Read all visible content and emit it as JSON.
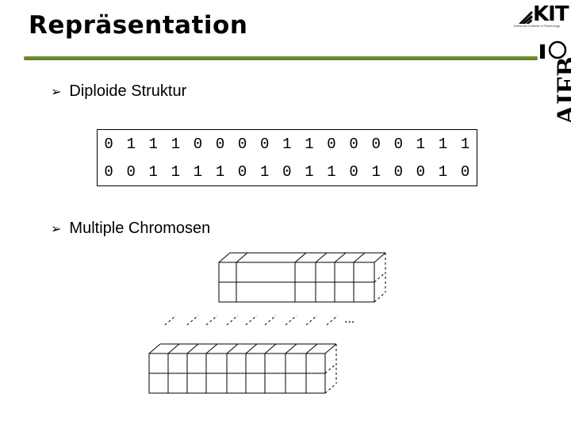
{
  "title": "Repräsentation",
  "logos": {
    "kit": "KIT",
    "kit_subtitle": "Karlsruhe Institute of Technology",
    "aifb": "AIFB"
  },
  "bullets": [
    {
      "icon": "arrow-bullet-icon",
      "text": "Diploide Struktur"
    },
    {
      "icon": "arrow-bullet-icon",
      "text": "Multiple Chromosen"
    }
  ],
  "chromosome_1": [
    "0",
    "1",
    "1",
    "1",
    "0",
    "0",
    "0",
    "0",
    "1",
    "1",
    "0",
    "0",
    "0",
    "0",
    "1",
    "1",
    "1"
  ],
  "chromosome_2": [
    "0",
    "0",
    "1",
    "1",
    "1",
    "1",
    "0",
    "1",
    "0",
    "1",
    "1",
    "0",
    "1",
    "0",
    "0",
    "1",
    "0"
  ],
  "ellipsis": "..."
}
